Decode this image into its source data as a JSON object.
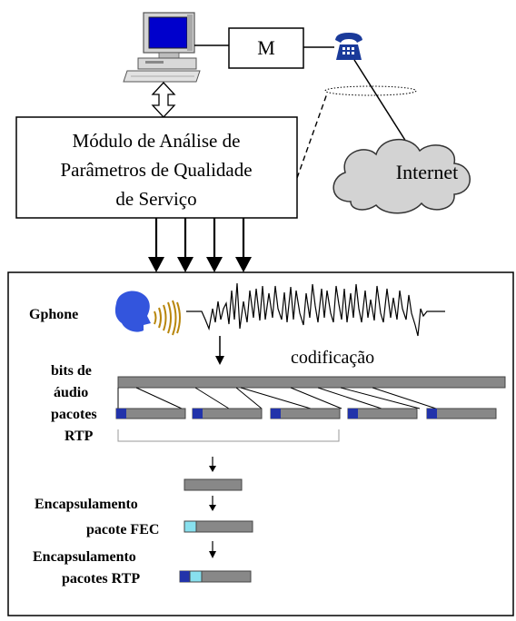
{
  "top": {
    "modem_label": "M",
    "module_line1": "Módulo de Análise de",
    "module_line2": "Parâmetros de Qualidade",
    "module_line3": "de Serviço",
    "cloud_label": "Internet"
  },
  "panel": {
    "gphone_label": "Gphone",
    "codification_label": "codificação",
    "audio_bits_line1": "bits de",
    "audio_bits_line2": "áudio",
    "rtp_packets_line1": "pacotes",
    "rtp_packets_line2": "RTP",
    "encap1_label": "Encapsulamento",
    "fec_label": "pacote FEC",
    "encap2_line1": "Encapsulamento",
    "encap2_line2": "pacotes RTP"
  },
  "colors": {
    "packet_header": "#2233aa",
    "fec_header": "#88e0ee",
    "packet_body": "#888888",
    "monitor_screen": "#0000cc",
    "phone": "#1a3a9a",
    "speaker": "#3355dd",
    "sound_waves": "#b8860b"
  },
  "icons": [
    "computer-icon",
    "phone-icon",
    "speaker-head-icon",
    "sound-waves-icon",
    "cloud-icon"
  ]
}
